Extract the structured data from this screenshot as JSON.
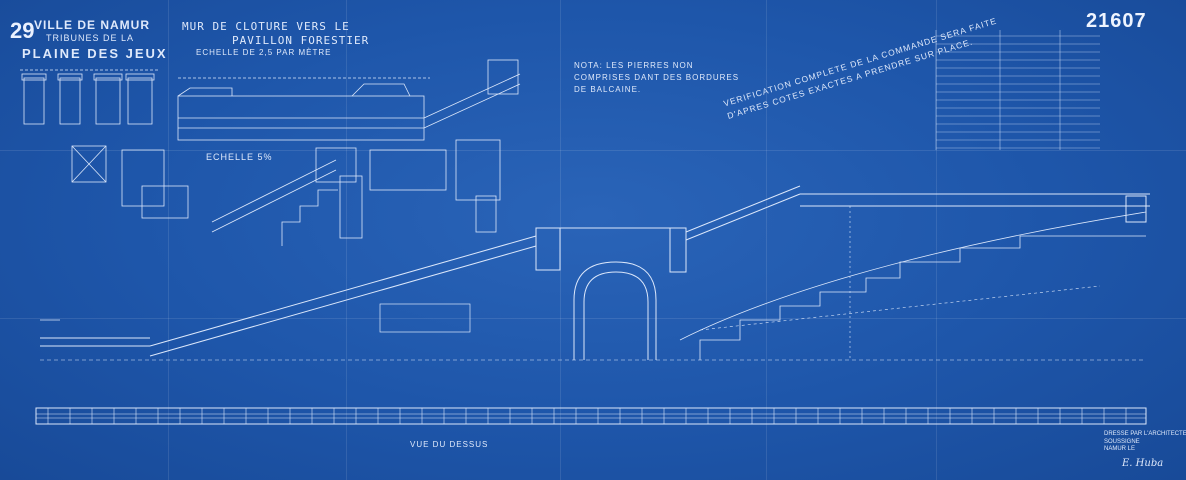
{
  "sheet": {
    "number": "29",
    "reference": "21607",
    "header": {
      "line1": "VILLE DE NAMUR",
      "line2": "TRIBUNES DE LA",
      "line3": "PLAINE DES JEUX"
    },
    "title": {
      "line1": "MUR DE CLOTURE VERS LE",
      "line2": "PAVILLON FORESTIER",
      "scale": "ECHELLE DE 2,5 PAR MÈTRE"
    },
    "detail_scale": "ECHELLE 5%",
    "note": "NOTA: LES PIERRES NON\nCOMPRISES DANT DES BORDURES\nDE BALCAINE.",
    "verification": "VERIFICATION COMPLETE DE LA COMMANDE SERA FAITE\nD'APRES COTES EXACTES A PRENDRE SUR PLACE.",
    "view_label": "VUE DU DESSUS",
    "signature": {
      "block": "DRESSE PAR L'ARCHITECTE\nSOUSSIGNE",
      "place_date": "NAMUR LE",
      "name": "E. Huba"
    }
  },
  "colors": {
    "paper": "#1f55a8",
    "ink": "#dfe9fb"
  }
}
